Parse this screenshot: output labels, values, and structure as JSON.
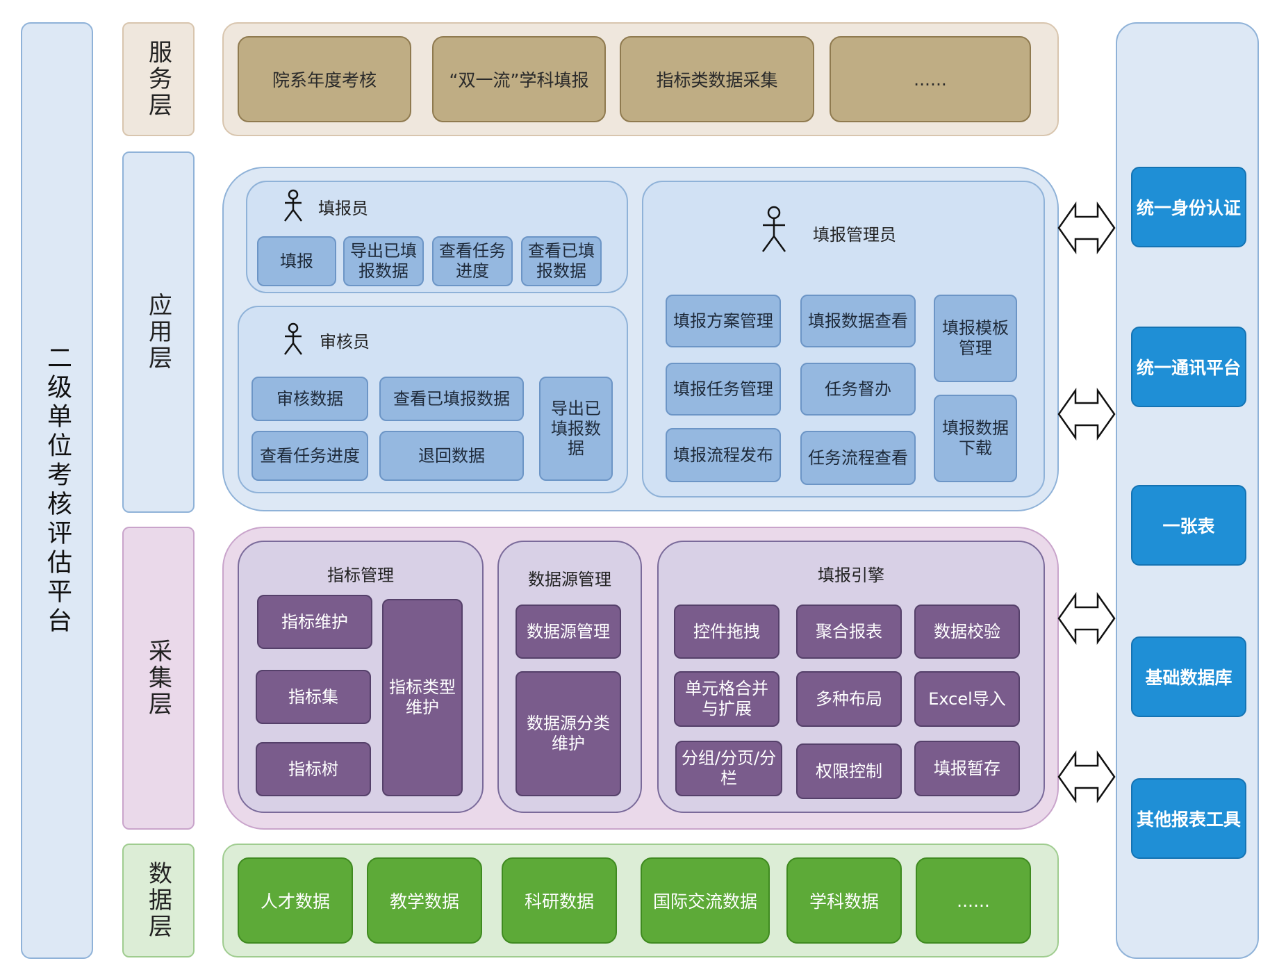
{
  "platform": {
    "title": "二级单位考核评估平台"
  },
  "layers": {
    "service": "服务层",
    "application": "应用层",
    "collection": "采集层",
    "data": "数据层"
  },
  "service_items": [
    "院系年度考核",
    "“双一流”学科填报",
    "指标类数据采集",
    "......"
  ],
  "application": {
    "filler": {
      "role": "填报员",
      "items": [
        "填报",
        "导出已填报数据",
        "查看任务进度",
        "查看已填报数据"
      ]
    },
    "reviewer": {
      "role": "审核员",
      "items": [
        "审核数据",
        "查看已填报数据",
        "导出已填报数据",
        "查看任务进度",
        "退回数据"
      ]
    },
    "admin": {
      "role": "填报管理员",
      "items": [
        "填报方案管理",
        "填报数据查看",
        "填报模板管理",
        "填报任务管理",
        "任务督办",
        "填报数据下载",
        "填报流程发布",
        "任务流程查看"
      ]
    }
  },
  "collection": {
    "indicator": {
      "title": "指标管理",
      "items": [
        "指标维护",
        "指标集",
        "指标树",
        "指标类型维护"
      ]
    },
    "datasource": {
      "title": "数据源管理",
      "items": [
        "数据源管理",
        "数据源分类维护"
      ]
    },
    "engine": {
      "title": "填报引擎",
      "items": [
        "控件拖拽",
        "聚合报表",
        "数据校验",
        "单元格合并与扩展",
        "多种布局",
        "Excel导入",
        "分组/分页/分栏",
        "权限控制",
        "填报暂存"
      ]
    }
  },
  "data_items": [
    "人才数据",
    "教学数据",
    "科研数据",
    "国际交流数据",
    "学科数据",
    "......"
  ],
  "external_systems": [
    "统一身份认证",
    "统一通讯平台",
    "一张表",
    "基础数据库",
    "其他报表工具"
  ]
}
